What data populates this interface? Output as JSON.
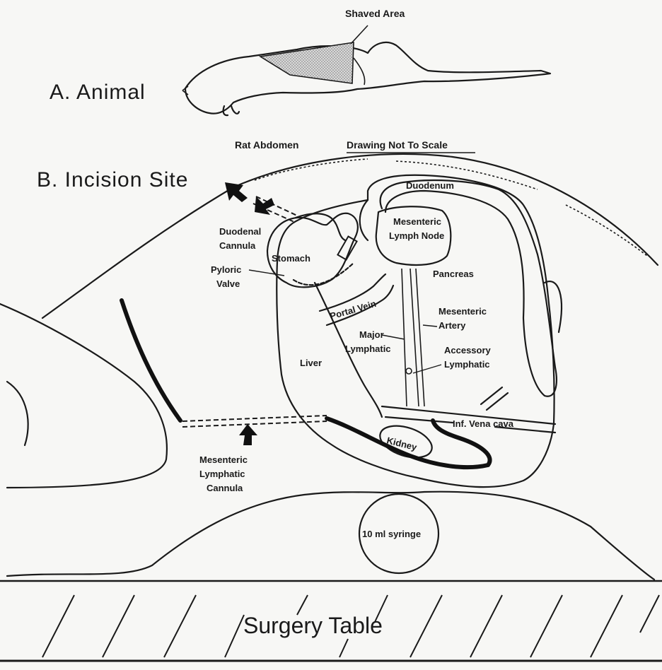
{
  "panel_a": {
    "heading": "A. Animal",
    "shaved_label": "Shaved Area"
  },
  "panel_b": {
    "heading": "B. Incision Site",
    "rat_abdomen": "Rat Abdomen",
    "scale_note": "Drawing Not To Scale",
    "duodenal_cannula": [
      "Duodenal",
      "Cannula"
    ],
    "pyloric_valve": [
      "Pyloric",
      "Valve"
    ],
    "stomach": "Stomach",
    "duodenum": "Duodenum",
    "mesenteric_lymph_node": [
      "Mesenteric",
      "Lymph Node"
    ],
    "pancreas": "Pancreas",
    "portal_vein": "Portal Vein",
    "mesenteric_artery": [
      "Mesenteric",
      "Artery"
    ],
    "major_lymphatic": [
      "Major",
      "Lymphatic"
    ],
    "accessory_lymphatic": [
      "Accessory",
      "Lymphatic"
    ],
    "liver": "Liver",
    "inf_vena_cava": "Inf. Vena cava",
    "kidney": "Kidney",
    "mesenteric_lymphatic_cannula": [
      "Mesenteric",
      "Lymphatic",
      "Cannula"
    ],
    "syringe": "10 ml syringe",
    "surgery_table": "Surgery Table"
  },
  "colors": {
    "ink": "#1a1a1a",
    "background": "#f7f7f5",
    "shade": "#bdbdbd"
  }
}
